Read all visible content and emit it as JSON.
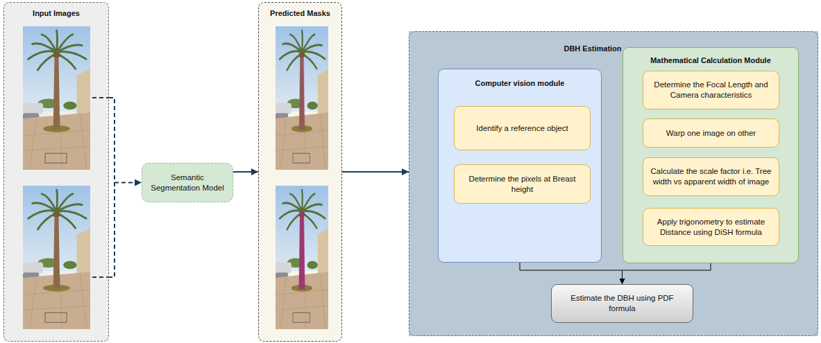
{
  "diagram": {
    "nodes": [
      {
        "text": [
          "Input Images"
        ]
      },
      {
        "text": [
          "Semantic Segmentation Model"
        ]
      },
      {
        "text": [
          "Predicted Masks"
        ]
      },
      {
        "text": [
          "DBH Estimation"
        ]
      },
      {
        "text": [
          "Computer vision module"
        ],
        "in": 3
      },
      {
        "text": [
          "Identify a reference object"
        ],
        "in": 4
      },
      {
        "text": [
          "Determine the pixels at Breast height"
        ],
        "in": 4
      },
      {
        "text": [
          "Mathematical Calculation Module"
        ],
        "in": 3
      },
      {
        "text": [
          "Determine the Focal Length and Camera characteristics"
        ],
        "in": 7
      },
      {
        "text": [
          "Warp one image on other"
        ],
        "in": 7
      },
      {
        "text": [
          "Calculate the scale factor i.e. Tree width vs apparent width of image"
        ],
        "in": 7
      },
      {
        "text": [
          "Apply trigonometry to estimate Distance using DiSH formula"
        ],
        "in": 7
      },
      {
        "text": [
          "Estimate the DBH using PDF formula"
        ],
        "in": 3
      }
    ],
    "edges": [
      {
        "from": 0,
        "to": 1,
        "arrow": "to"
      },
      {
        "from": 1,
        "to": 2,
        "arrow": "to"
      },
      {
        "from": 2,
        "to": 3,
        "arrow": "to"
      },
      {
        "from": 4,
        "to": 12,
        "arrow": "to"
      },
      {
        "from": 7,
        "to": 12,
        "arrow": "to"
      }
    ]
  }
}
